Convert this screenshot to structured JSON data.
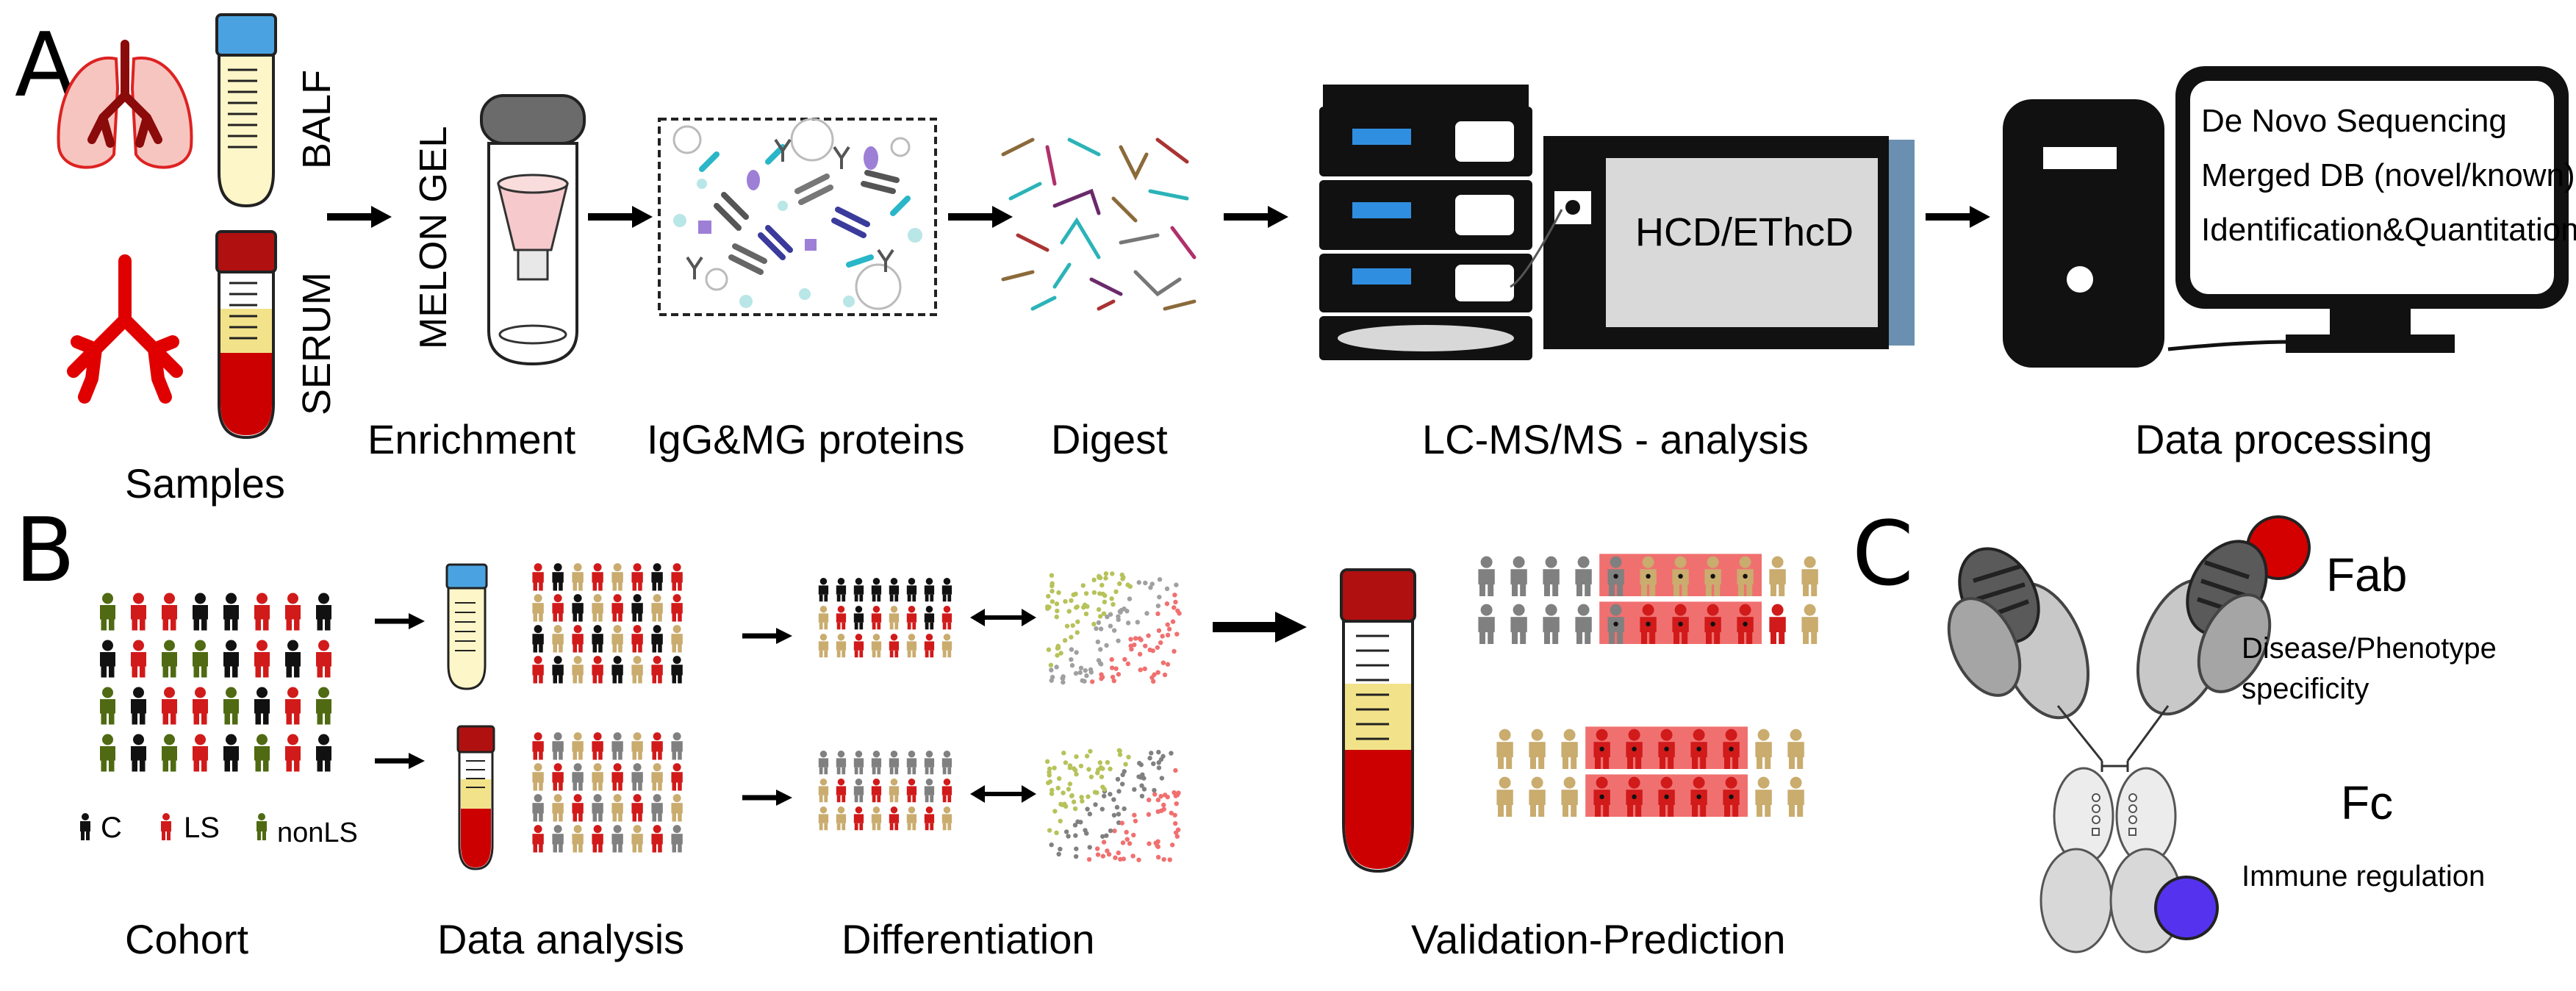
{
  "panels": {
    "a": "A",
    "b": "B",
    "c": "C"
  },
  "panel_a": {
    "sample_tube_labels": {
      "balf": "BALF",
      "serum": "SERUM"
    },
    "melon_gel": "MELON GEL",
    "instrument_text": "HCD/EThcD",
    "computer_screen_lines": [
      "De Novo Sequencing",
      "Merged DB (novel/known)",
      "Identification&Quantitation"
    ],
    "step_labels": {
      "samples": "Samples",
      "enrichment": "Enrichment",
      "proteins": "IgG&MG proteins",
      "digest": "Digest",
      "lcms": "LC-MS/MS - analysis",
      "data_processing": "Data processing"
    }
  },
  "panel_b": {
    "legend": {
      "c": "C",
      "ls": "LS",
      "nonls": "nonLS"
    },
    "step_labels": {
      "cohort": "Cohort",
      "data_analysis": "Data analysis",
      "differentiation": "Differentiation",
      "validation": "Validation-Prediction"
    },
    "colors": {
      "control": "#111111",
      "ls": "#d11a1a",
      "nonls": "#4f6a12",
      "tan": "#c9ac6e",
      "grey": "#808080",
      "pink": "#f07070"
    }
  },
  "panel_c": {
    "fab": "Fab",
    "fab_desc_1": "Disease/Phenotype",
    "fab_desc_2": "specificity",
    "fc": "Fc",
    "fc_desc": "Immune regulation",
    "colors": {
      "antigen": "#d40000",
      "fc_receptor": "#5533ee"
    }
  }
}
